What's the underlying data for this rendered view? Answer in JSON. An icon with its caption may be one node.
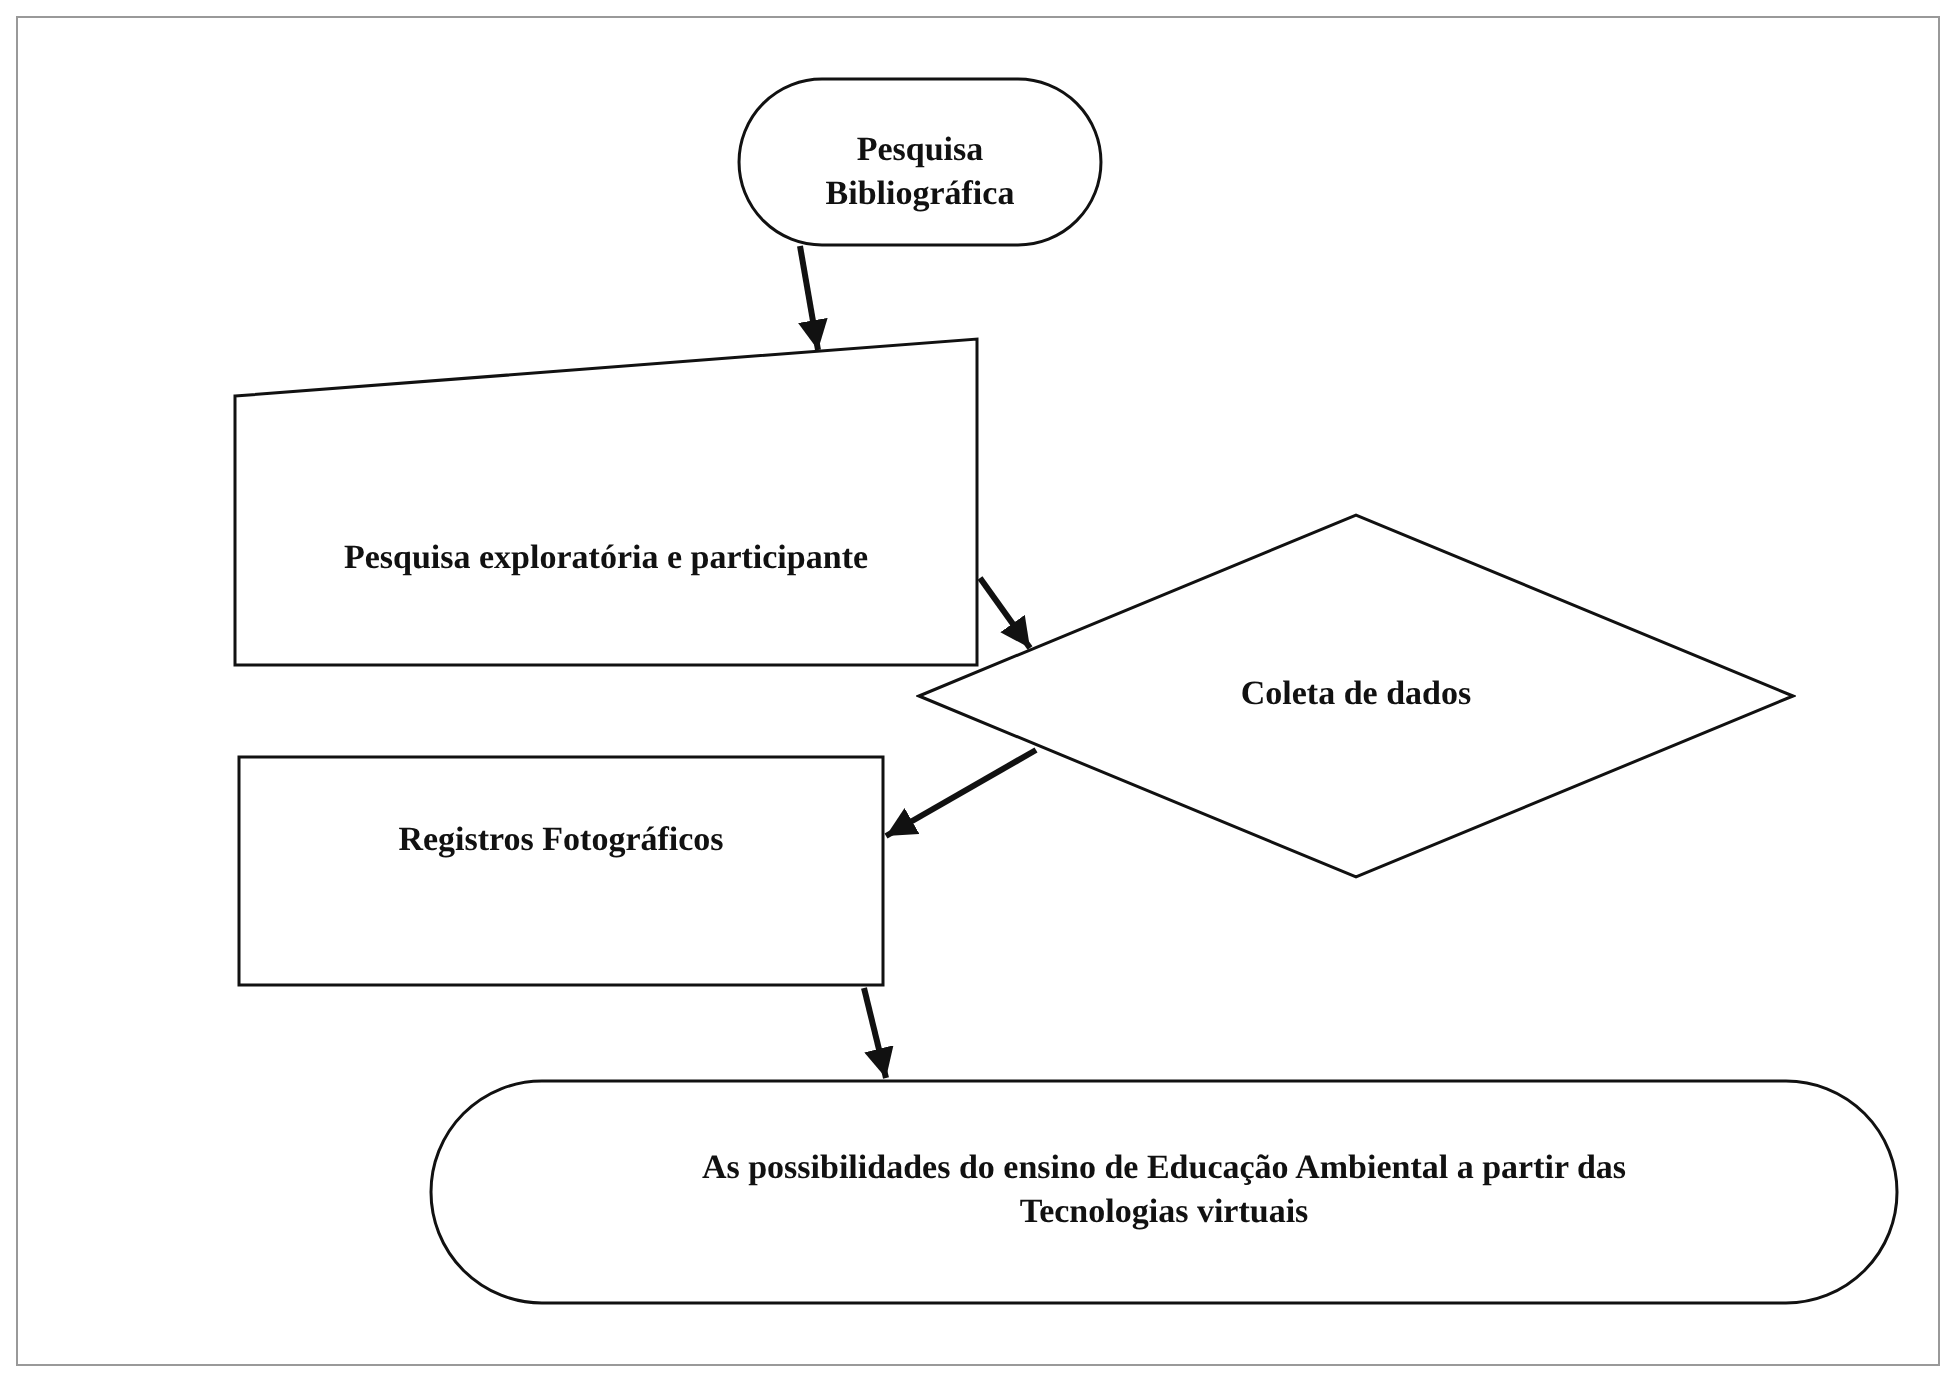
{
  "diagram": {
    "nodes": [
      {
        "text": [
          "Pesquisa Bibliográfica"
        ]
      },
      {
        "text": [
          "Pesquisa exploratória e participante"
        ]
      },
      {
        "text": [
          "Coleta de dados"
        ]
      },
      {
        "text": [
          "Registros Fotográficos"
        ]
      },
      {
        "text": [
          "As possibilidades do ensino de Educação Ambiental a partir das Tecnologias virtuais"
        ]
      }
    ],
    "edges": [
      {
        "from": 0,
        "to": 1,
        "arrow": "to"
      },
      {
        "from": 1,
        "to": 2,
        "arrow": "to"
      },
      {
        "from": 2,
        "to": 3,
        "arrow": "to"
      },
      {
        "from": 3,
        "to": 4,
        "arrow": "to"
      }
    ]
  }
}
